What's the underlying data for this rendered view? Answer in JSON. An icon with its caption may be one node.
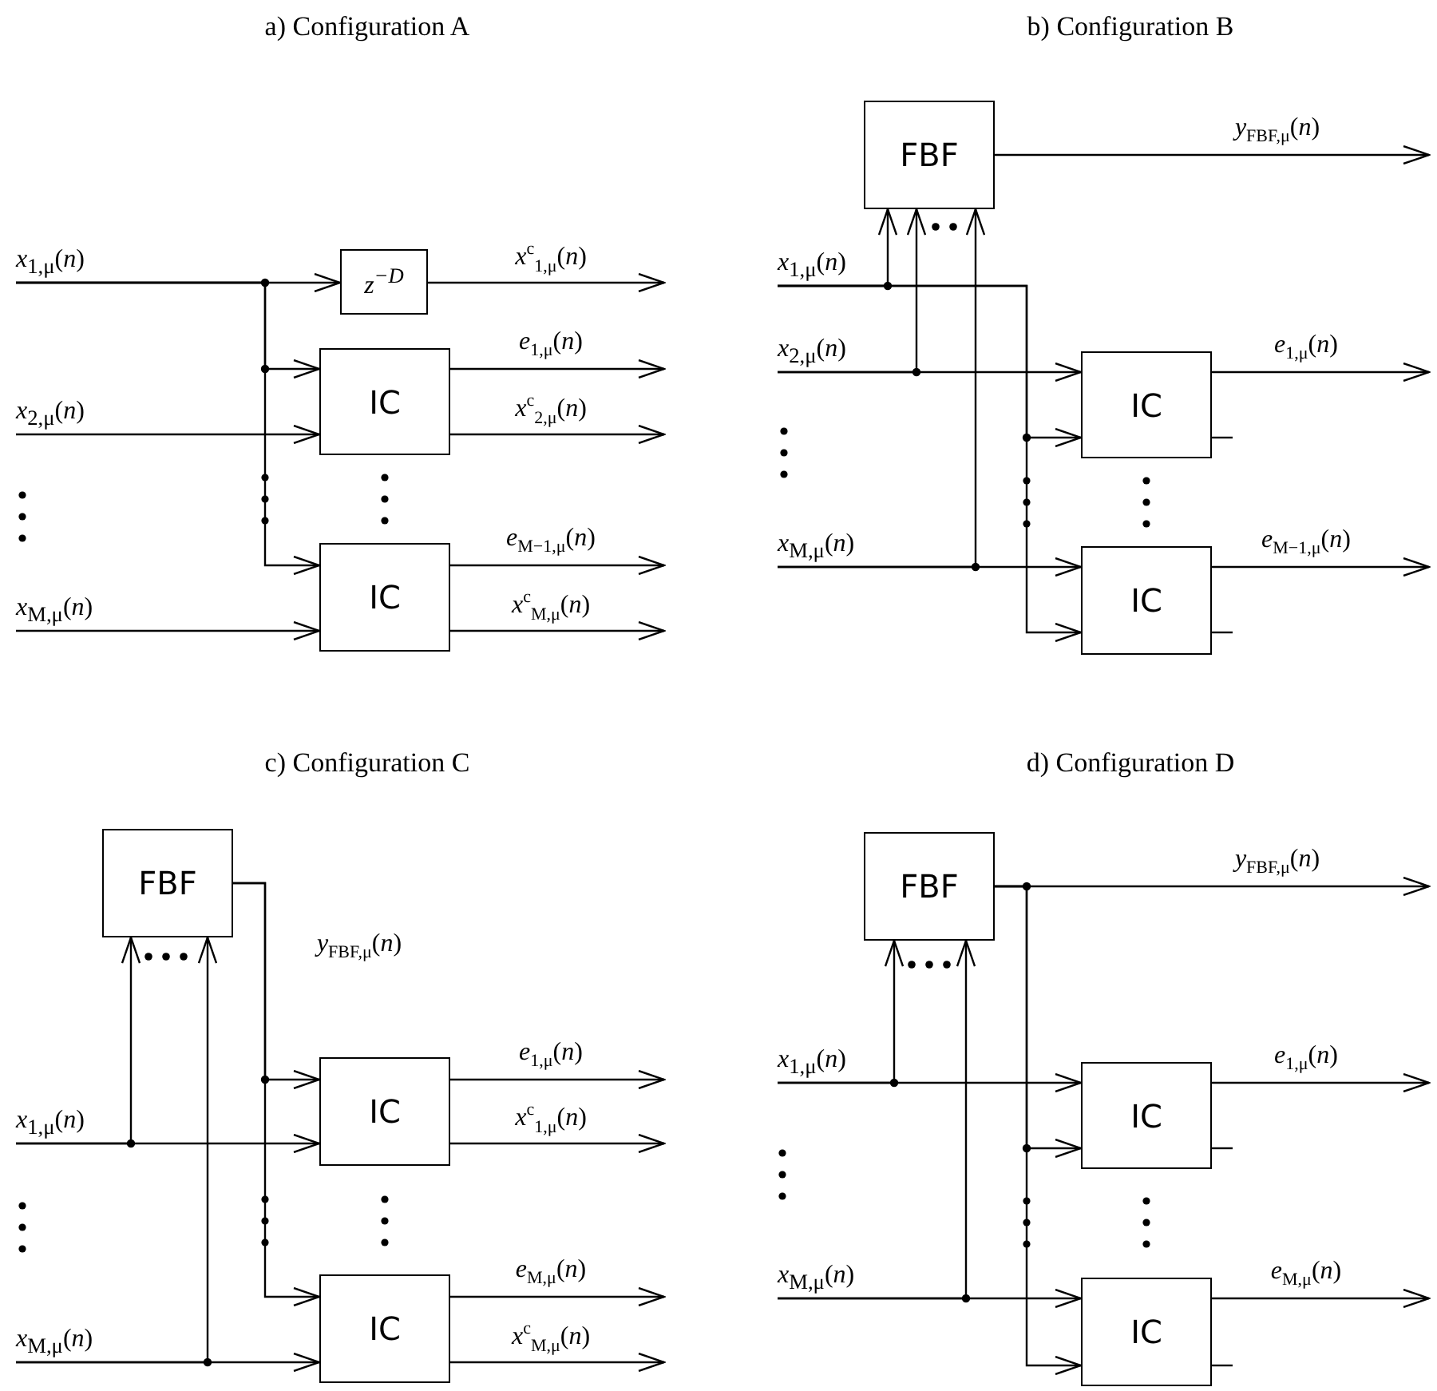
{
  "diagram": {
    "nodes": [
      {
        "text": [
          "*x*$_{1,μ}$(*n*)"
        ]
      },
      {
        "text": [
          "*x*$_{2,μ}$(*n*)"
        ]
      },
      {
        "text": [
          "*x*$_{M,μ}$(*n*)"
        ]
      },
      {
        "text": [
          "*z*$^{−D}$"
        ]
      },
      {
        "text": [
          "IC"
        ]
      },
      {
        "text": [
          "IC"
        ]
      },
      {
        "text": [
          "FBF"
        ]
      },
      {
        "text": [
          "*x*$_{1,μ}$(*n*)"
        ]
      },
      {
        "text": [
          "*x*$_{2,μ}$(*n*)"
        ]
      },
      {
        "text": [
          "*x*$_{M,μ}$(*n*)"
        ]
      },
      {
        "text": [
          "IC"
        ]
      },
      {
        "text": [
          "IC"
        ]
      },
      {
        "text": [
          "FBF"
        ]
      },
      {
        "text": [
          "*x*$_{1,μ}$(*n*)"
        ]
      },
      {
        "text": [
          "*x*$_{M,μ}$(*n*)"
        ]
      },
      {
        "text": [
          "IC"
        ]
      },
      {
        "text": [
          "IC"
        ]
      },
      {
        "text": [
          "FBF"
        ]
      },
      {
        "text": [
          "*x*$_{1,μ}$(*n*)"
        ]
      },
      {
        "text": [
          "*x*$_{M,μ}$(*n*)"
        ]
      },
      {
        "text": [
          "IC"
        ]
      },
      {
        "text": [
          "IC"
        ]
      }
    ],
    "edges": [
      {
        "from": 0,
        "to": 3,
        "arrow": "to"
      },
      {
        "from": 0,
        "to": 4,
        "arrow": "to"
      },
      {
        "from": 0,
        "to": 5,
        "arrow": "to"
      },
      {
        "from": 1,
        "to": 4,
        "arrow": "to"
      },
      {
        "from": 2,
        "to": 5,
        "arrow": "to"
      },
      {
        "from": 3,
        "to": null,
        "arrow": "to",
        "label": "*x*$^{c}$$_{1,μ}$(*n*)"
      },
      {
        "from": 4,
        "to": null,
        "arrow": "to",
        "label": "*e*$_{1,μ}$(*n*)"
      },
      {
        "from": 4,
        "to": null,
        "arrow": "to",
        "label": "*x*$^{c}$$_{2,μ}$(*n*)"
      },
      {
        "from": 5,
        "to": null,
        "arrow": "to",
        "label": "*e*$_{M−1,μ}$(*n*)"
      },
      {
        "from": 5,
        "to": null,
        "arrow": "to",
        "label": "*x*$^{c}$$_{M,μ}$(*n*)"
      },
      {
        "from": 6,
        "to": null,
        "arrow": "to",
        "label": "*y*$_{FBF,μ}$(*n*)"
      },
      {
        "from": 7,
        "to": 6,
        "arrow": "to"
      },
      {
        "from": 7,
        "to": 10,
        "arrow": "to"
      },
      {
        "from": 7,
        "to": 11,
        "arrow": "to"
      },
      {
        "from": 8,
        "to": 6,
        "arrow": "to"
      },
      {
        "from": 8,
        "to": 10,
        "arrow": "to"
      },
      {
        "from": 9,
        "to": 6,
        "arrow": "to"
      },
      {
        "from": 9,
        "to": 11,
        "arrow": "to"
      },
      {
        "from": 10,
        "to": null,
        "arrow": "to",
        "label": "*e*$_{1,μ}$(*n*)"
      },
      {
        "from": 10,
        "to": null,
        "arrow": "none"
      },
      {
        "from": 11,
        "to": null,
        "arrow": "to",
        "label": "*e*$_{M−1,μ}$(*n*)"
      },
      {
        "from": 11,
        "to": null,
        "arrow": "none"
      },
      {
        "from": 12,
        "to": 15,
        "arrow": "to",
        "label": "*y*$_{FBF,μ}$(*n*)"
      },
      {
        "from": 12,
        "to": 16,
        "arrow": "to"
      },
      {
        "from": 13,
        "to": 12,
        "arrow": "to"
      },
      {
        "from": 13,
        "to": 15,
        "arrow": "to"
      },
      {
        "from": 14,
        "to": 12,
        "arrow": "to"
      },
      {
        "from": 14,
        "to": 16,
        "arrow": "to"
      },
      {
        "from": 15,
        "to": null,
        "arrow": "to",
        "label": "*e*$_{1,μ}$(*n*)"
      },
      {
        "from": 15,
        "to": null,
        "arrow": "to",
        "label": "*x*$^{c}$$_{1,μ}$(*n*)"
      },
      {
        "from": 16,
        "to": null,
        "arrow": "to",
        "label": "*e*$_{M,μ}$(*n*)"
      },
      {
        "from": 16,
        "to": null,
        "arrow": "to",
        "label": "*x*$^{c}$$_{M,μ}$(*n*)"
      },
      {
        "from": 17,
        "to": null,
        "arrow": "to",
        "label": "*y*$_{FBF,μ}$(*n*)"
      },
      {
        "from": 17,
        "to": 20,
        "arrow": "to"
      },
      {
        "from": 17,
        "to": 21,
        "arrow": "to"
      },
      {
        "from": 18,
        "to": 17,
        "arrow": "to"
      },
      {
        "from": 18,
        "to": 20,
        "arrow": "to"
      },
      {
        "from": 19,
        "to": 17,
        "arrow": "to"
      },
      {
        "from": 19,
        "to": 21,
        "arrow": "to"
      },
      {
        "from": 20,
        "to": null,
        "arrow": "to",
        "label": "*e*$_{1,μ}$(*n*)"
      },
      {
        "from": 20,
        "to": null,
        "arrow": "none"
      },
      {
        "from": 21,
        "to": null,
        "arrow": "to",
        "label": "*e*$_{M,μ}$(*n*)"
      },
      {
        "from": 21,
        "to": null,
        "arrow": "none"
      }
    ],
    "labels": [
      "a) Configuration A",
      "b) Configuration B",
      "c) Configuration C",
      "d) Configuration D"
    ]
  }
}
